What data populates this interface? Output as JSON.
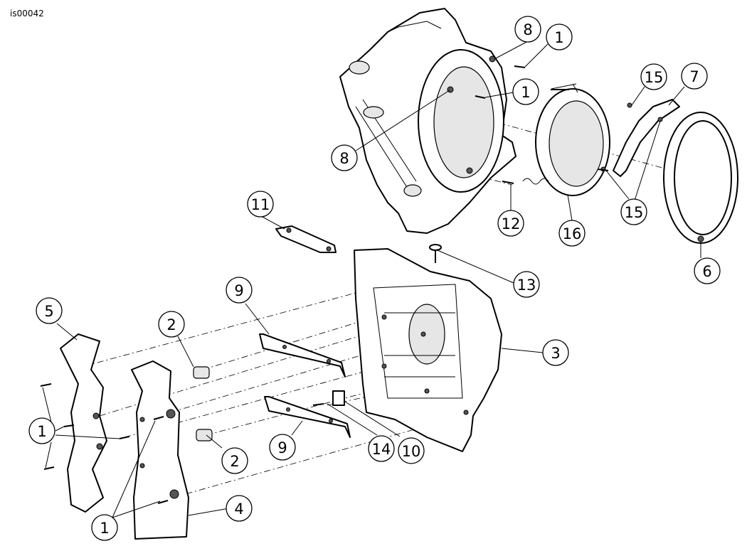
{
  "figure_id": "is00042",
  "callouts": [
    {
      "id": "c8a",
      "label": "8"
    },
    {
      "id": "c1a",
      "label": "1"
    },
    {
      "id": "c1b",
      "label": "1"
    },
    {
      "id": "c8b",
      "label": "8"
    },
    {
      "id": "c15a",
      "label": "15"
    },
    {
      "id": "c7",
      "label": "7"
    },
    {
      "id": "c15b",
      "label": "15"
    },
    {
      "id": "c11",
      "label": "11"
    },
    {
      "id": "c12",
      "label": "12"
    },
    {
      "id": "c16",
      "label": "16"
    },
    {
      "id": "c6",
      "label": "6"
    },
    {
      "id": "c13",
      "label": "13"
    },
    {
      "id": "c9a",
      "label": "9"
    },
    {
      "id": "c5",
      "label": "5"
    },
    {
      "id": "c2a",
      "label": "2"
    },
    {
      "id": "c3",
      "label": "3"
    },
    {
      "id": "c1c",
      "label": "1"
    },
    {
      "id": "c9b",
      "label": "9"
    },
    {
      "id": "c14",
      "label": "14"
    },
    {
      "id": "c10",
      "label": "10"
    },
    {
      "id": "c2b",
      "label": "2"
    },
    {
      "id": "c4",
      "label": "4"
    },
    {
      "id": "c1d",
      "label": "1"
    }
  ]
}
